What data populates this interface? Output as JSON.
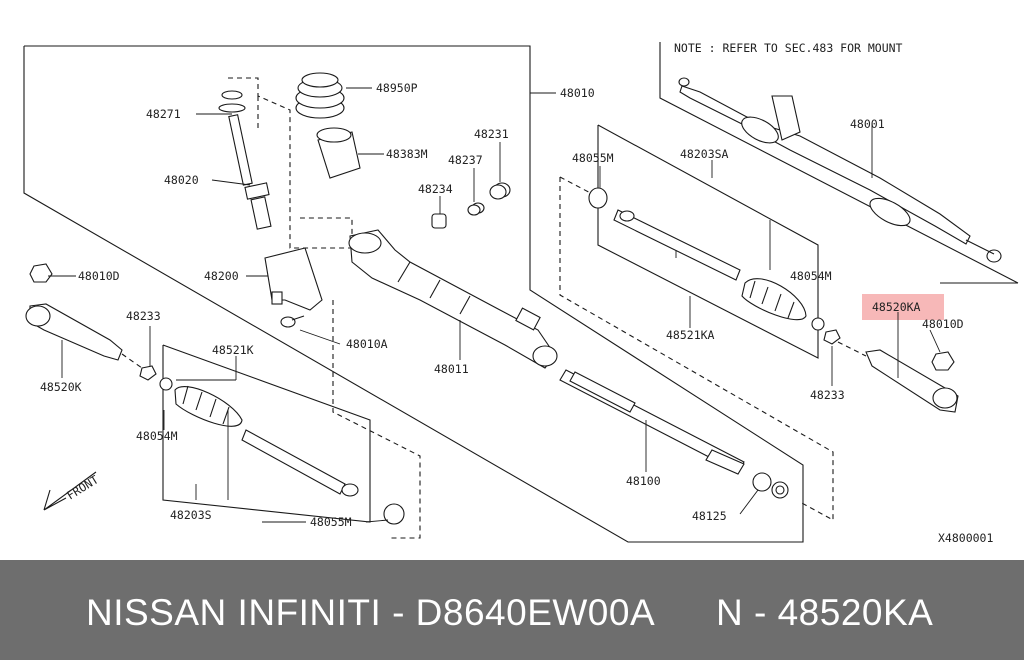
{
  "diagram": {
    "note": "NOTE : REFER TO SEC.483 FOR MOUNT",
    "figure_code": "X4800001",
    "front_label": "FRONT",
    "highlight_color": "#f4a0a0",
    "labels": {
      "p48950P": "48950P",
      "p48010": "48010",
      "p48271": "48271",
      "p48383M": "48383M",
      "p48231": "48231",
      "p48237": "48237",
      "p48020": "48020",
      "p48234": "48234",
      "p48200": "48200",
      "p48010A": "48010A",
      "p48011": "48011",
      "p48010D_left": "48010D",
      "p48520K": "48520K",
      "p48233_left": "48233",
      "p48521K": "48521K",
      "p48054M_left": "48054M",
      "p48203S": "48203S",
      "p48055M_left": "48055M",
      "p48055M_right": "48055M",
      "p48203SA": "48203SA",
      "p48054M_right": "48054M",
      "p48521KA": "48521KA",
      "p48001": "48001",
      "p48520KA": "48520KA",
      "p48010D_right": "48010D",
      "p48233_right": "48233",
      "p48100": "48100",
      "p48125": "48125"
    }
  },
  "banner": {
    "brand_text": "NISSAN  INFINITI - D8640EW00A",
    "part_text": "N - 48520KA",
    "background": "#6e6e6e"
  }
}
